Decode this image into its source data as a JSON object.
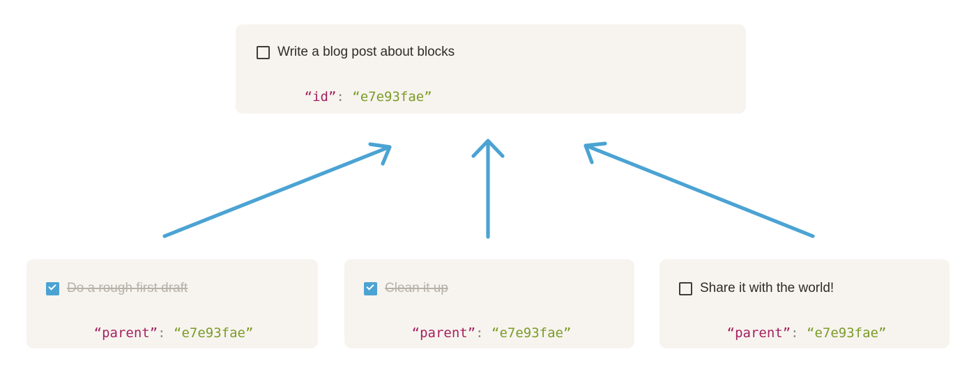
{
  "page": {
    "background": "#ffffff",
    "card_background": "#f7f4ef",
    "arrow_color": "#4ba3d3",
    "accent_checkbox": "#4ba3d3",
    "json_key_color": "#a52060",
    "json_value_color": "#7b9b28",
    "done_text_color": "#b7b1aa",
    "title_text_color": "#2e2b28"
  },
  "parent": {
    "title": "Write a blog post about blocks",
    "checkbox_state": "unchecked",
    "checkbox_icon": "checkbox-empty-icon",
    "json": {
      "key": "“id”",
      "colon": ": ",
      "value": "“e7e93fae”"
    }
  },
  "children": [
    {
      "title": "Do a rough first draft",
      "checkbox_state": "checked",
      "checkbox_icon": "checkbox-checked-icon",
      "completed": true,
      "json": {
        "key": "“parent”",
        "colon": ": ",
        "value": "“e7e93fae”"
      }
    },
    {
      "title": "Clean it up",
      "checkbox_state": "checked",
      "checkbox_icon": "checkbox-checked-icon",
      "completed": true,
      "json": {
        "key": "“parent”",
        "colon": ": ",
        "value": "“e7e93fae”"
      }
    },
    {
      "title": "Share it with the world!",
      "checkbox_state": "unchecked",
      "checkbox_icon": "checkbox-empty-icon",
      "completed": false,
      "json": {
        "key": "“parent”",
        "colon": ": ",
        "value": "“e7e93fae”"
      }
    }
  ],
  "arrows": [
    {
      "name": "arrow-child-0-to-parent",
      "from": "child-0",
      "to": "parent",
      "direction": "up-right"
    },
    {
      "name": "arrow-child-1-to-parent",
      "from": "child-1",
      "to": "parent",
      "direction": "up"
    },
    {
      "name": "arrow-child-2-to-parent",
      "from": "child-2",
      "to": "parent",
      "direction": "up-left"
    }
  ]
}
